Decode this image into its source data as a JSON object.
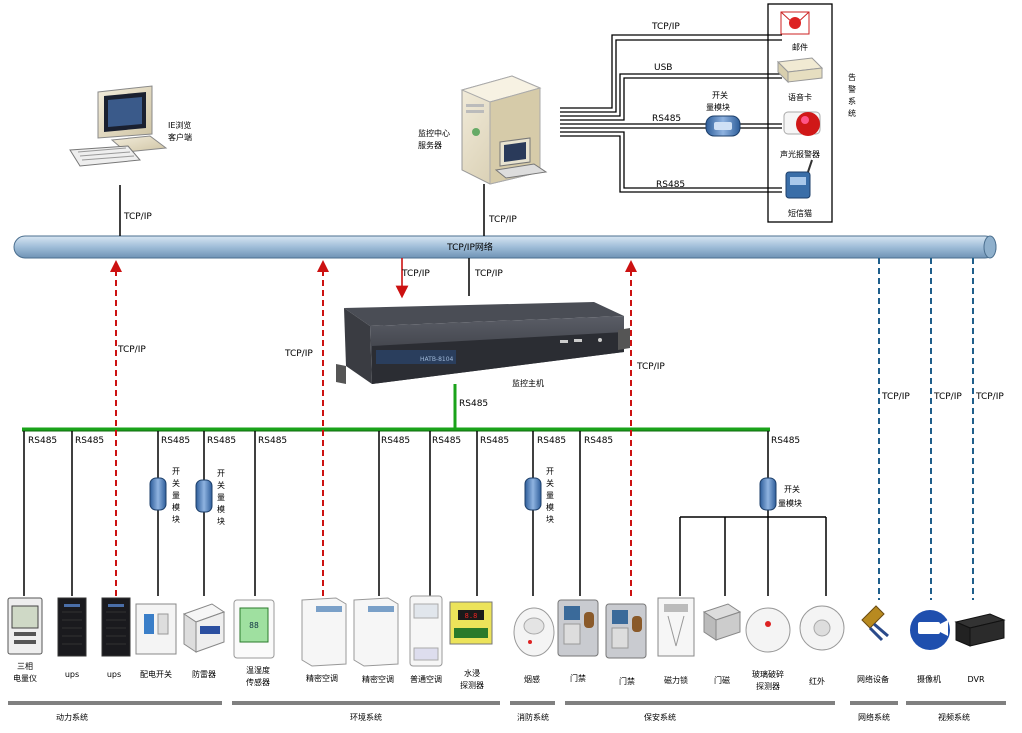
{
  "colors": {
    "bus_fill": "#a9c4dc",
    "bus_stroke": "#4b6f8f",
    "rs485_bus": "#1aa31a",
    "dashed_red": "#cc1111",
    "dashed_blue": "#1f5f8c",
    "wire": "#000000"
  },
  "network": {
    "bus_label": "TCP/IP网络",
    "tcpip": "TCP/IP",
    "rs485": "RS485",
    "usb": "USB"
  },
  "client": {
    "label_line1": "IE浏览",
    "label_line2": "客户端"
  },
  "server": {
    "label_line1": "监控中心",
    "label_line2": "服务器"
  },
  "host": {
    "label": "监控主机",
    "brand": "HATB-8104"
  },
  "alarm_system": {
    "title_chars": [
      "告",
      "警",
      "系",
      "统"
    ],
    "devices": [
      "邮件",
      "语音卡",
      "声光报警器",
      "短信猫"
    ],
    "switch_module": [
      "开关",
      "量模块"
    ]
  },
  "switch_module_vertical": [
    "开",
    "关",
    "量",
    "模",
    "块"
  ],
  "switch_module_horizontal": [
    "开关",
    "量模块"
  ],
  "field_devices": {
    "meter": [
      "三相",
      "电量仪"
    ],
    "ups1": "ups",
    "ups2": "ups",
    "power_switch": "配电开关",
    "surge": "防雷器",
    "thsensor": [
      "温湿度",
      "传感器"
    ],
    "ac1": "精密空调",
    "ac2": "精密空调",
    "ac3": "普通空调",
    "water": [
      "水浸",
      "探测器"
    ],
    "smoke": "烟感",
    "door1": "门禁",
    "door2": "门禁",
    "maglock": "磁力锁",
    "doormag": "门磁",
    "glass": [
      "玻璃破碎",
      "探测器"
    ],
    "ir": "红外",
    "netdev": "网络设备",
    "camera": "摄像机",
    "dvr": "DVR"
  },
  "systems": [
    "动力系统",
    "环境系统",
    "消防系统",
    "保安系统",
    "网络系统",
    "视频系统"
  ]
}
